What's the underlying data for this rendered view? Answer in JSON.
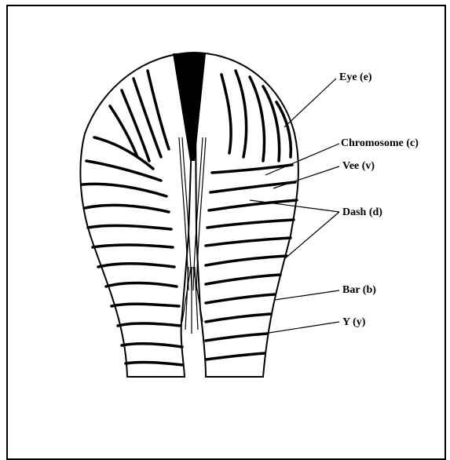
{
  "figure": {
    "labels": [
      {
        "key": "eye",
        "text": "Eye (e)"
      },
      {
        "key": "chromosome",
        "text": "Chromosome (c)"
      },
      {
        "key": "vee",
        "text": "Vee (v)"
      },
      {
        "key": "dash",
        "text": "Dash (d)"
      },
      {
        "key": "bar",
        "text": "Bar (b)"
      },
      {
        "key": "y",
        "text": "Y (y)"
      }
    ]
  }
}
